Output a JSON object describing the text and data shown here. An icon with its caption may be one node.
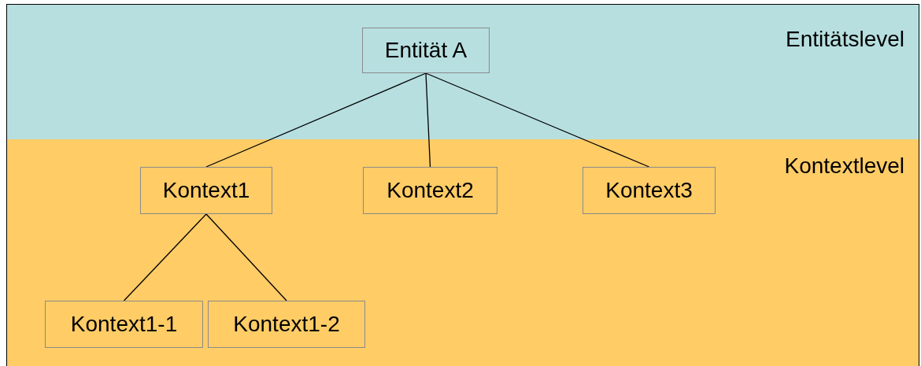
{
  "diagram": {
    "nodes": [
      {
        "text": [
          "Entitätslevel"
        ]
      },
      {
        "text": [
          "Kontextlevel"
        ]
      },
      {
        "text": [
          "Entität A"
        ],
        "in": 0
      },
      {
        "text": [
          "Kontext1"
        ],
        "in": 1
      },
      {
        "text": [
          "Kontext2"
        ],
        "in": 1
      },
      {
        "text": [
          "Kontext3"
        ],
        "in": 1
      },
      {
        "text": [
          "Kontext1-1"
        ],
        "in": 1
      },
      {
        "text": [
          "Kontext1-2"
        ],
        "in": 1
      }
    ],
    "edges": [
      {
        "from": 2,
        "to": 3,
        "arrow": "none"
      },
      {
        "from": 2,
        "to": 4,
        "arrow": "none"
      },
      {
        "from": 2,
        "to": 5,
        "arrow": "none"
      },
      {
        "from": 3,
        "to": 6,
        "arrow": "none"
      },
      {
        "from": 3,
        "to": 7,
        "arrow": "none"
      }
    ]
  }
}
